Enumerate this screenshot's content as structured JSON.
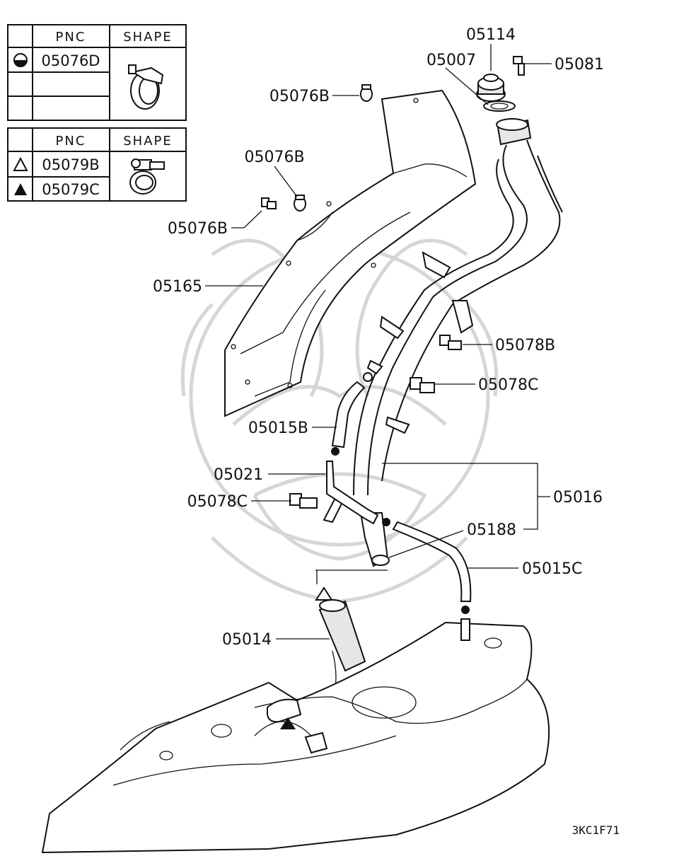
{
  "legend_tables": [
    {
      "headers": {
        "pnc": "PNC",
        "shape": "SHAPE"
      },
      "rows": [
        {
          "symbol": "half-filled-circle",
          "pnc": "05076D"
        },
        {
          "symbol": "",
          "pnc": ""
        },
        {
          "symbol": "",
          "pnc": ""
        }
      ]
    },
    {
      "headers": {
        "pnc": "PNC",
        "shape": "SHAPE"
      },
      "rows": [
        {
          "symbol": "open-triangle",
          "pnc": "05079B"
        },
        {
          "symbol": "filled-triangle",
          "pnc": "05079C"
        }
      ]
    }
  ],
  "callouts": {
    "c05114": "05114",
    "c05007": "05007",
    "c05081": "05081",
    "c05076B_top": "05076B",
    "c05076B_mid": "05076B",
    "c05076B_left": "05076B",
    "c05165": "05165",
    "c05078B": "05078B",
    "c05078C_right": "05078C",
    "c05015B": "05015B",
    "c05021": "05021",
    "c05016": "05016",
    "c05078C_left": "05078C",
    "c05188": "05188",
    "c05015C": "05015C",
    "c05014": "05014"
  },
  "diagram_code": "3KC1F71",
  "colors": {
    "ink": "#111111",
    "watermark": "#d6d6d6",
    "background": "#ffffff"
  }
}
